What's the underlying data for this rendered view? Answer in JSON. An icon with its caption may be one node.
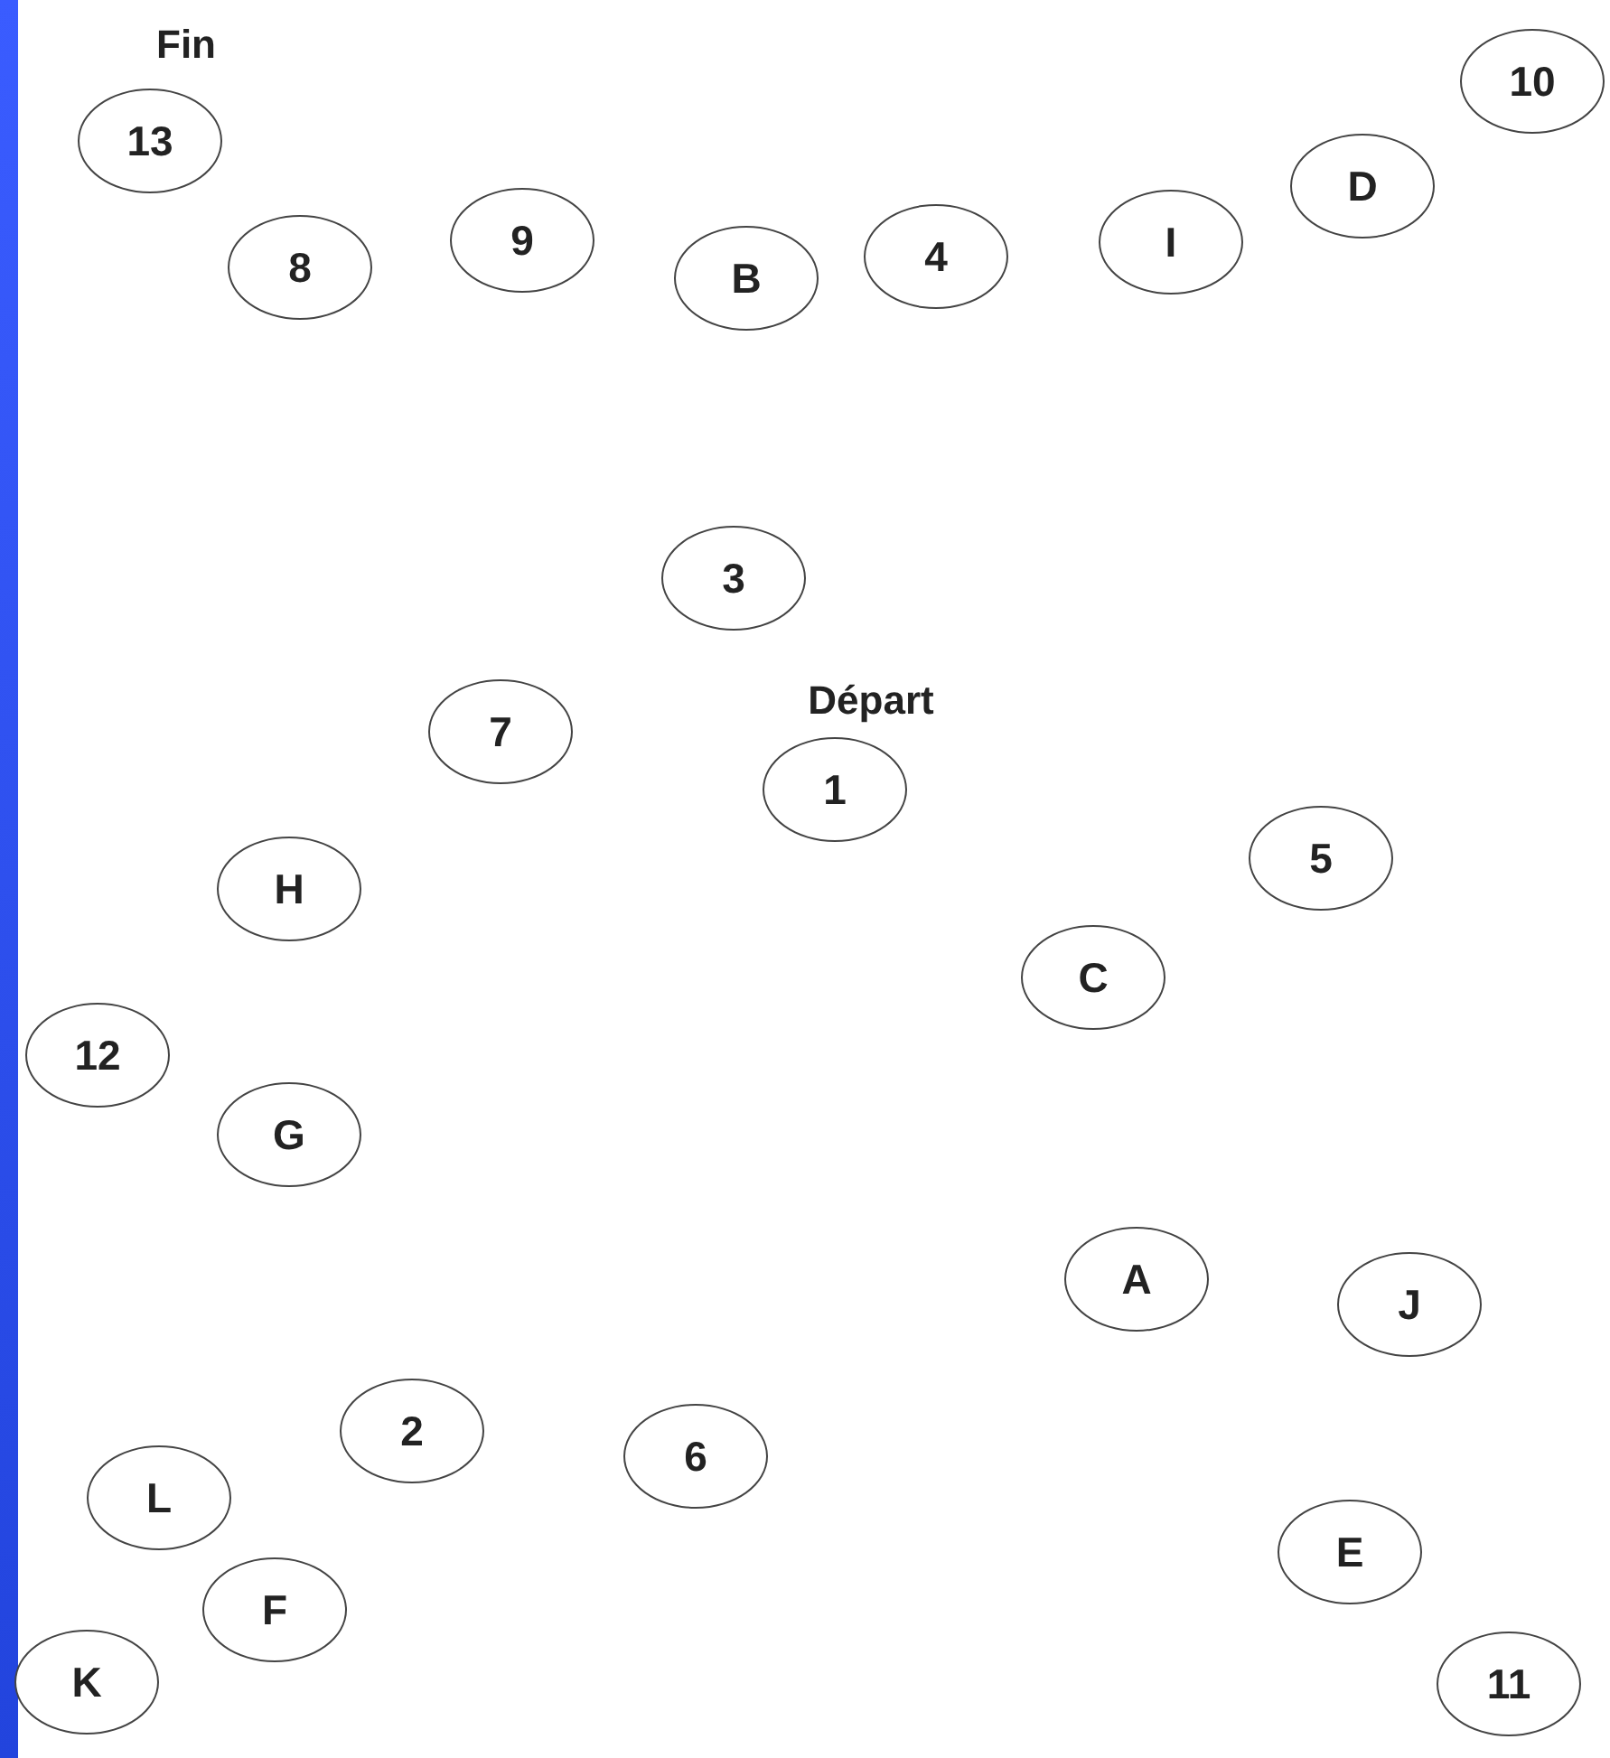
{
  "diagram": {
    "nodes": [
      {
        "text": [
          "10"
        ]
      },
      {
        "text": [
          "13"
        ],
        "beside": [
          "Fin"
        ]
      },
      {
        "text": [
          "D"
        ]
      },
      {
        "text": [
          "9"
        ]
      },
      {
        "text": [
          "I"
        ]
      },
      {
        "text": [
          "4"
        ]
      },
      {
        "text": [
          "8"
        ]
      },
      {
        "text": [
          "B"
        ]
      },
      {
        "text": [
          "3"
        ]
      },
      {
        "text": [
          "7"
        ]
      },
      {
        "text": [
          "1"
        ],
        "beside": [
          "Départ"
        ]
      },
      {
        "text": [
          "5"
        ]
      },
      {
        "text": [
          "H"
        ]
      },
      {
        "text": [
          "C"
        ]
      },
      {
        "text": [
          "12"
        ]
      },
      {
        "text": [
          "G"
        ]
      },
      {
        "text": [
          "A"
        ]
      },
      {
        "text": [
          "J"
        ]
      },
      {
        "text": [
          "2"
        ]
      },
      {
        "text": [
          "6"
        ]
      },
      {
        "text": [
          "L"
        ]
      },
      {
        "text": [
          "E"
        ]
      },
      {
        "text": [
          "F"
        ]
      },
      {
        "text": [
          "K"
        ]
      },
      {
        "text": [
          "11"
        ]
      }
    ]
  }
}
